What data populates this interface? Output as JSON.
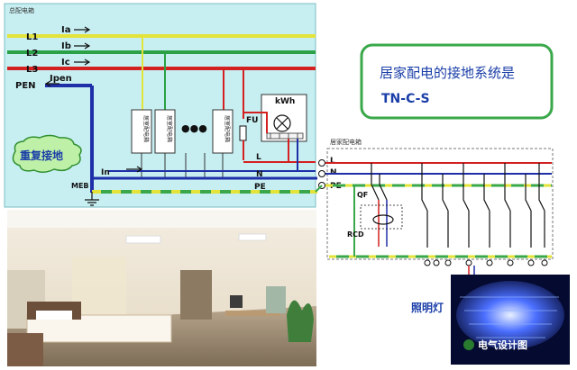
{
  "panel": {
    "title": "总配电箱",
    "buses": {
      "l1": "L1",
      "l2": "L2",
      "l3": "L3",
      "pen": "PEN"
    },
    "currents": {
      "ia": "Ia",
      "ib": "Ib",
      "ic": "Ic",
      "ipen": "Ipen"
    },
    "breakers": [
      "居室配电箱",
      "居室配电箱",
      "居室配电箱"
    ],
    "ellipsis": "●●●",
    "meter": "kWh",
    "fuse": "FU",
    "branch": {
      "l": "L",
      "n": "N",
      "pe": "PE"
    },
    "in_label": "In",
    "meb": "MEB"
  },
  "callout": {
    "repeat_ground": "重复接地"
  },
  "info_box": {
    "line1": "居家配电的接地系统是",
    "line2": "TN-C-S"
  },
  "home_box": {
    "title": "居家配电箱",
    "lines": {
      "l": "L",
      "n": "N",
      "pe": "PE"
    },
    "qf": "QF",
    "rcd": "RCD"
  },
  "lamp_label": "照明灯",
  "watermark": "电气设计图",
  "colors": {
    "panel_bg": "#c7eff2",
    "l1": "#e3e33a",
    "l2": "#2aa146",
    "l3": "#d32121",
    "pen": "#1f2fa8",
    "accent_green": "#3aa84a",
    "info_text": "#1a3ea8"
  }
}
